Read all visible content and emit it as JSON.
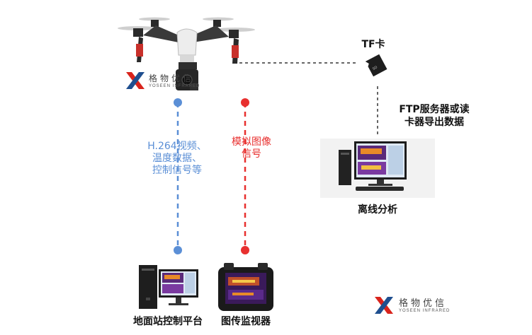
{
  "labels": {
    "blue_signal": [
      "H.264视频、",
      "温度数据、",
      "控制信号等"
    ],
    "red_signal": [
      "模拟图像",
      "信号"
    ],
    "tf_card": "TF卡",
    "ftp": [
      "FTP服务器或读",
      "卡器导出数据"
    ],
    "offline": "离线分析",
    "ground_station": "地面站控制平台",
    "monitor": "图传监视器"
  },
  "logo": {
    "cn": "格物优信",
    "en": "YOSEEN INFRARED"
  },
  "colors": {
    "blue": "#5b8fd6",
    "red": "#e8302f",
    "dashed_black": "#333333",
    "logo_red": "#d9241c",
    "logo_blue": "#1f4f8f"
  }
}
